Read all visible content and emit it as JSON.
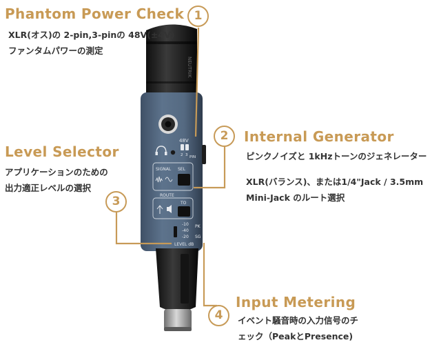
{
  "colors": {
    "heading": "#c89a55",
    "leader_line": "#c79a57",
    "body_text": "#333333",
    "device_body": "#556a82",
    "device_dark": "#1e1e1e",
    "device_print": "#e6e9ee"
  },
  "callouts": [
    {
      "number": "1",
      "title": "Phantom Power Check",
      "lines": [
        "XLR(オス)の 2-pin,3-pinの 48V(±4V)",
        "ファンタムパワーの測定"
      ]
    },
    {
      "number": "2",
      "title": "Internal Generator",
      "lines": [
        "ピンクノイズと 1kHzトーンのジェネレーター",
        "",
        "XLR(バランス)、または1/4\"Jack / 3.5mm",
        "Mini-Jack のルート選択"
      ]
    },
    {
      "number": "3",
      "title": "Level Selector",
      "lines": [
        "アプリケーションのための",
        "出力適正レベルの選択"
      ]
    },
    {
      "number": "4",
      "title": "Input Metering",
      "lines": [
        "イベント騒音時の入力信号のチ",
        "ェック（PeakとPresence)"
      ]
    }
  ],
  "device": {
    "brand": "NEUTRIK",
    "label_48v": "48V",
    "label_pin": "PIN",
    "pin_numbers": [
      "2",
      "3"
    ],
    "label_signal": "SIGNAL",
    "label_sel": "SEL",
    "label_route": "ROUTE",
    "label_to": "TO",
    "level_values": [
      "-10",
      "-40",
      "-20"
    ],
    "label_level": "LEVEL dB",
    "label_pk": "PK",
    "label_sg": "SG",
    "icons": [
      "headphones-icon",
      "pink-noise-icon",
      "sine-wave-icon",
      "jack-plug-icon",
      "speaker-icon"
    ]
  }
}
